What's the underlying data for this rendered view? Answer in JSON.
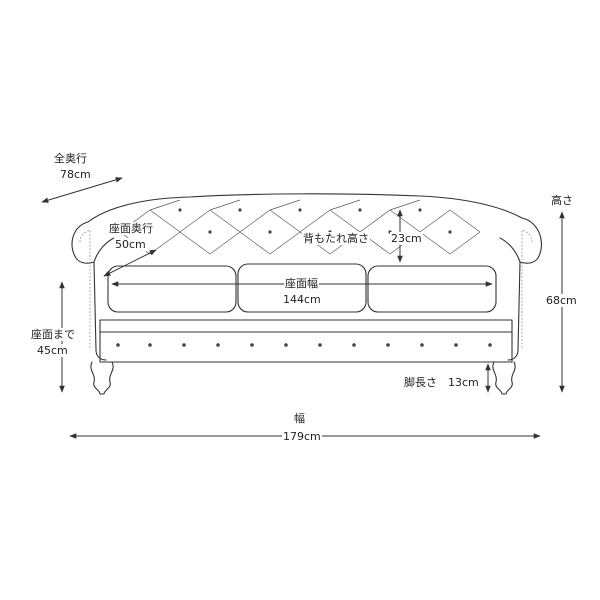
{
  "dimensions": {
    "total_depth": {
      "label": "全奥行",
      "value": "78cm"
    },
    "seat_depth": {
      "label": "座面奥行",
      "value": "50cm"
    },
    "back_height": {
      "label": "背もたれ高さ",
      "value": "23cm"
    },
    "height": {
      "label": "高さ",
      "value": "68cm"
    },
    "seat_width": {
      "label": "座面幅",
      "value": "144cm"
    },
    "seat_height": {
      "label": "座面まで",
      "value": "45cm"
    },
    "leg_length": {
      "label": "脚長さ",
      "value": "13cm"
    },
    "width": {
      "label": "幅",
      "value": "179cm"
    }
  },
  "colors": {
    "line": "#333333",
    "text": "#222222",
    "background": "#ffffff"
  }
}
